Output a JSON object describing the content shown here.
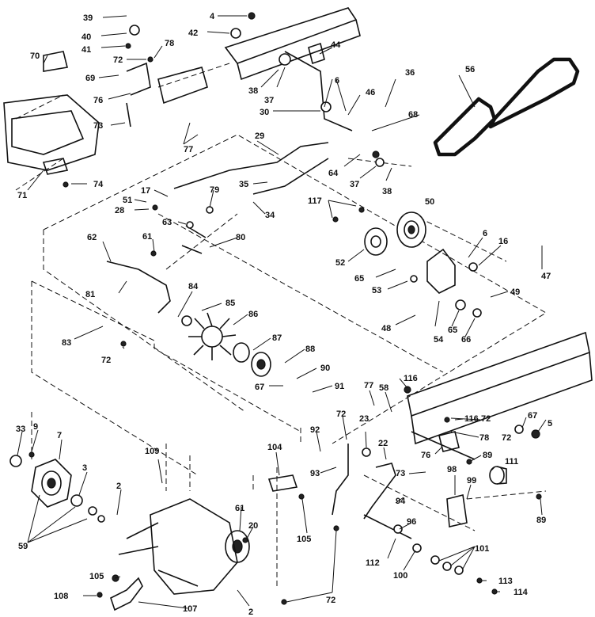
{
  "callouts": {
    "c39": "39",
    "c40": "40",
    "c41": "41",
    "c4": "4",
    "c42": "42",
    "c70": "70",
    "c72a": "72",
    "c78a": "78",
    "c69": "69",
    "c76a": "76",
    "c73a": "73",
    "c77a": "77",
    "c44": "44",
    "c36": "36",
    "c56": "56",
    "c38a": "38",
    "c37a": "37",
    "c6a": "6",
    "c30": "30",
    "c46": "46",
    "c68": "68",
    "c29": "29",
    "c64a": "64",
    "c37b": "37",
    "c38b": "38",
    "c71": "71",
    "c74": "74",
    "c17": "17",
    "c51": "51",
    "c28": "28",
    "c79": "79",
    "c35": "35",
    "c34": "34",
    "c117": "117",
    "c50": "50",
    "c63": "63",
    "c62": "62",
    "c61a": "61",
    "c80": "80",
    "c6b": "6",
    "c16": "16",
    "c47": "47",
    "c52": "52",
    "c65a": "65",
    "c53": "53",
    "c81": "81",
    "c84": "84",
    "c85": "85",
    "c49": "49",
    "c48": "48",
    "c65b": "65",
    "c66": "66",
    "c54": "54",
    "c86": "86",
    "c83": "83",
    "c87": "87",
    "c88": "88",
    "c72b": "72",
    "c90": "90",
    "c67a": "67",
    "c91": "91",
    "c116a": "116",
    "c77b": "77",
    "c58": "58",
    "c116b": "116",
    "c67b": "67",
    "c5": "5",
    "c72c": "72",
    "c78b": "78",
    "c72d": "72",
    "c76b": "76",
    "c89a": "89",
    "c111": "111",
    "c73b": "73",
    "c98": "98",
    "c99": "99",
    "c89b": "89",
    "c33": "33",
    "c9": "9",
    "c7": "7",
    "c92": "92",
    "c72e": "72",
    "c23": "23",
    "c22": "22",
    "c104": "104",
    "c93": "93",
    "c94": "94",
    "c109": "109",
    "c3": "3",
    "c2a": "2",
    "c61b": "61",
    "c20": "20",
    "c59": "59",
    "c105a": "105",
    "c96": "96",
    "c112": "112",
    "c101": "101",
    "c100": "100",
    "c113": "113",
    "c114": "114",
    "c105b": "105",
    "c108": "108",
    "c107": "107",
    "c2b": "2",
    "c72f": "72"
  }
}
